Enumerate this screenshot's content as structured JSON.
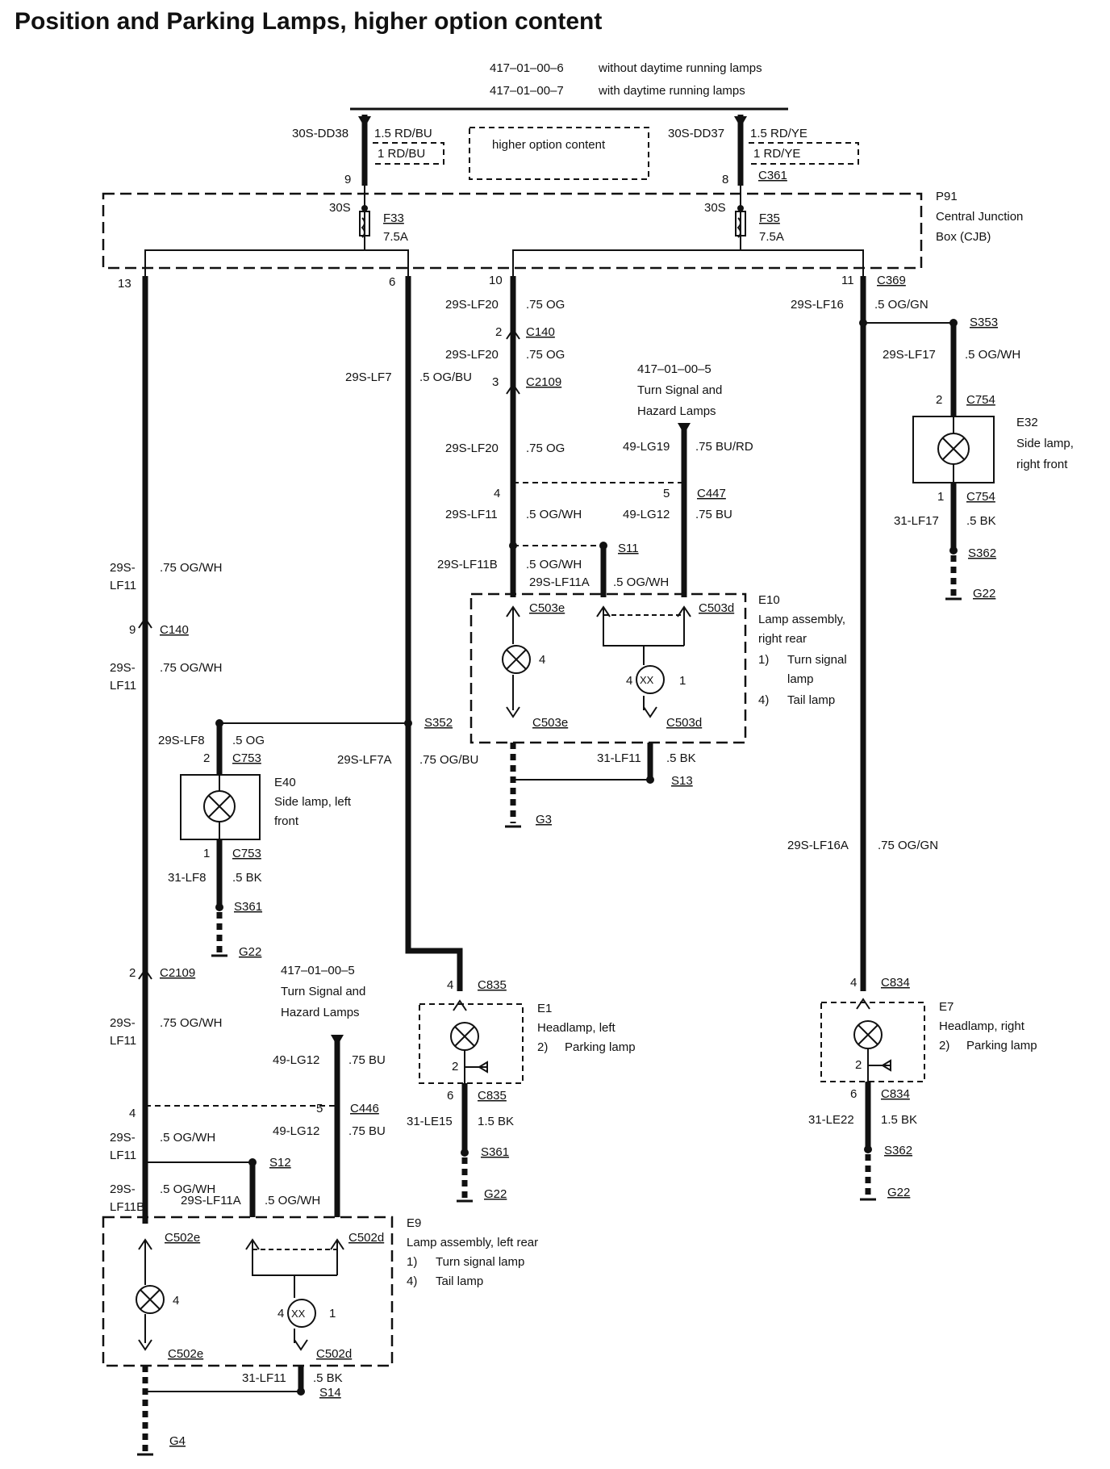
{
  "title": "Position and Parking Lamps, higher option content",
  "references": [
    {
      "code": "417–01–00–6",
      "text": "without daytime running lamps"
    },
    {
      "code": "417–01–00–7",
      "text": "with daytime running lamps"
    }
  ],
  "higher_option_box": "higher option content",
  "feeds": {
    "left": {
      "circuit": "30S-DD38",
      "wire_a": "1.5 RD/BU",
      "wire_b": "1 RD/BU",
      "pin": "9",
      "fuse_pin": "30S",
      "fuse": "F33",
      "rating": "7.5A"
    },
    "right": {
      "circuit": "30S-DD37",
      "wire_a": "1.5 RD/YE",
      "wire_b": "1 RD/YE",
      "pin": "8",
      "connector": "C361",
      "fuse_pin": "30S",
      "fuse": "F35",
      "rating": "7.5A"
    }
  },
  "cjb": {
    "id": "P91",
    "line1": "Central Junction",
    "line2": "Box (CJB)",
    "pins": [
      "13",
      "6",
      "10",
      "11"
    ],
    "pin11_connector": "C369"
  },
  "col1": {
    "circuit_a": "29S-",
    "circuit_b": "LF11",
    "wire": ".75 OG/WH",
    "c140_pin": "9",
    "c140": "C140",
    "c2109_pin": "2",
    "c2109": "C2109",
    "c446_pin_left": "4",
    "lower_circuit_b": "LF11B",
    "lower_wire": ".5 OG/WH"
  },
  "col2": {
    "circuit": "29S-LF7",
    "wire": ".5 OG/BU",
    "splice": "S352",
    "circuit_a": "29S-LF7A",
    "wire_a": ".75 OG/BU"
  },
  "e40": {
    "circuit": "29S-LF8",
    "wire": ".5 OG",
    "pin_top": "2",
    "conn": "C753",
    "id": "E40",
    "line1": "Side lamp, left",
    "line2": "front",
    "pin_bot": "1",
    "gnd_circuit": "31-LF8",
    "gnd_wire": ".5 BK",
    "splice": "S361",
    "ground": "G22"
  },
  "e1": {
    "pin_top": "4",
    "conn": "C835",
    "id": "E1",
    "line1": "Headlamp, left",
    "item_num": "2)",
    "item": "Parking lamp",
    "lamp_pin": "2",
    "pin_bot": "6",
    "gnd_circuit": "31-LE15",
    "gnd_wire": "1.5 BK",
    "splice": "S361",
    "ground": "G22"
  },
  "left_turn": {
    "ref": "417–01–00–5",
    "line1": "Turn Signal and",
    "line2": "Hazard Lamps",
    "circuit": "49-LG12",
    "wire": ".75 BU",
    "pin": "5",
    "conn": "C446"
  },
  "e9": {
    "splice": "S12",
    "circuit_11a": "29S-LF11A",
    "wire_11a": ".5 OG/WH",
    "conn_e": "C502e",
    "conn_d": "C502d",
    "id": "E9",
    "line1": "Lamp assembly, left rear",
    "items": [
      {
        "n": "1)",
        "t": "Turn signal lamp"
      },
      {
        "n": "4)",
        "t": "Tail lamp"
      }
    ],
    "tail_pin": "4",
    "turn_pin_l": "4",
    "turn_pin_r": "1",
    "gnd_circuit": "31-LF11",
    "gnd_wire": ".5 BK",
    "splice_g": "S14",
    "ground": "G4"
  },
  "col3": {
    "circuit": "29S-LF20",
    "wire": ".75 OG",
    "c140_pin": "2",
    "c140": "C140",
    "c2109_pin": "3",
    "c2109": "C2109",
    "c447_pin": "4",
    "circuit_11": "29S-LF11",
    "wire_11": ".5 OG/WH",
    "splice": "S11",
    "circuit_11b": "29S-LF11B",
    "circuit_11a": "29S-LF11A"
  },
  "right_turn": {
    "ref": "417–01–00–5",
    "line1": "Turn Signal and",
    "line2": "Hazard Lamps",
    "circuit_top": "49-LG19",
    "wire_top": ".75 BU/RD",
    "pin": "5",
    "conn": "C447",
    "circuit": "49-LG12",
    "wire": ".75 BU"
  },
  "e10": {
    "conn_e": "C503e",
    "conn_d": "C503d",
    "id": "E10",
    "line1": "Lamp assembly,",
    "line2": "right rear",
    "items": [
      {
        "n": "1)",
        "t": "Turn signal"
      },
      {
        "n": "",
        "t": "lamp"
      },
      {
        "n": "4)",
        "t": "Tail lamp"
      }
    ],
    "tail_pin": "4",
    "turn_pin_l": "4",
    "turn_pin_r": "1",
    "gnd_circuit": "31-LF11",
    "gnd_wire": ".5 BK",
    "splice_g": "S13",
    "ground": "G3"
  },
  "col4": {
    "circuit": "29S-LF16",
    "wire": ".5 OG/GN",
    "circuit_a": "29S-LF16A",
    "wire_a": ".75 OG/GN"
  },
  "e32": {
    "splice": "S353",
    "circuit": "29S-LF17",
    "wire": ".5 OG/WH",
    "pin_top": "2",
    "conn": "C754",
    "id": "E32",
    "line1": "Side lamp,",
    "line2": "right front",
    "pin_bot": "1",
    "gnd_circuit": "31-LF17",
    "gnd_wire": ".5 BK",
    "splice_g": "S362",
    "ground": "G22"
  },
  "e7": {
    "pin_top": "4",
    "conn": "C834",
    "id": "E7",
    "line1": "Headlamp, right",
    "item_num": "2)",
    "item": "Parking lamp",
    "lamp_pin": "2",
    "pin_bot": "6",
    "gnd_circuit": "31-LE22",
    "gnd_wire": "1.5 BK",
    "splice": "S362",
    "ground": "G22"
  }
}
